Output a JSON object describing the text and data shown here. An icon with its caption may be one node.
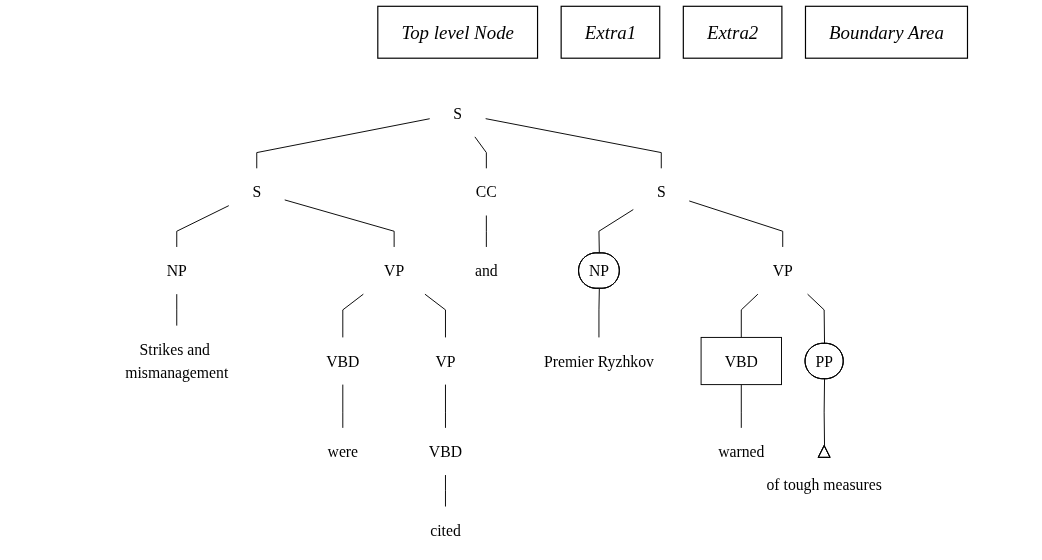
{
  "diagram": {
    "nodes": [
      {
        "text": [
          "S"
        ]
      },
      {
        "text": [
          "Top level Node"
        ]
      },
      {
        "text": [
          "Extra1"
        ]
      },
      {
        "text": [
          "S"
        ]
      },
      {
        "text": [
          "Extra2"
        ]
      },
      {
        "text": [
          "CC"
        ]
      },
      {
        "text": [
          "S"
        ]
      },
      {
        "text": [
          "Boundary Area"
        ]
      },
      {
        "text": [
          "NP"
        ]
      },
      {
        "text": [
          "VP"
        ]
      },
      {
        "text": [
          "and"
        ]
      },
      {
        "text": [
          "NP"
        ]
      },
      {
        "text": [
          "VP"
        ]
      },
      {
        "text": [
          "Strikes and mismanagement"
        ]
      },
      {
        "text": [
          "VBD"
        ]
      },
      {
        "text": [
          "VP"
        ]
      },
      {
        "text": [
          "Premier Ryzhkov"
        ]
      },
      {
        "text": [
          "VBD"
        ]
      },
      {
        "text": [
          "PP"
        ]
      },
      {
        "text": [
          "were"
        ]
      },
      {
        "text": [
          "VBD"
        ]
      },
      {
        "text": [
          "warned"
        ]
      },
      {
        "text": [],
        "shape": "triangle",
        "beside": [
          "of tough measures"
        ]
      },
      {
        "text": [
          "cited"
        ]
      }
    ],
    "edges": [
      {
        "from": 0,
        "to": 3,
        "arrow": "none"
      },
      {
        "from": 0,
        "to": 5,
        "arrow": "none"
      },
      {
        "from": 0,
        "to": 6,
        "arrow": "none"
      },
      {
        "from": 3,
        "to": 8,
        "arrow": "none"
      },
      {
        "from": 3,
        "to": 9,
        "arrow": "none"
      },
      {
        "from": 5,
        "to": 10,
        "arrow": "none"
      },
      {
        "from": 6,
        "to": 11,
        "arrow": "none"
      },
      {
        "from": 6,
        "to": 12,
        "arrow": "none"
      },
      {
        "from": 8,
        "to": 13,
        "arrow": "none"
      },
      {
        "from": 9,
        "to": 14,
        "arrow": "none"
      },
      {
        "from": 9,
        "to": 15,
        "arrow": "none"
      },
      {
        "from": 11,
        "to": 16,
        "arrow": "none"
      },
      {
        "from": 12,
        "to": 17,
        "arrow": "none"
      },
      {
        "from": 12,
        "to": 18,
        "arrow": "none"
      },
      {
        "from": 14,
        "to": 19,
        "arrow": "none"
      },
      {
        "from": 15,
        "to": 20,
        "arrow": "none"
      },
      {
        "from": 17,
        "to": 21,
        "arrow": "none"
      },
      {
        "from": 18,
        "to": 22,
        "arrow": "none"
      },
      {
        "from": 20,
        "to": 23,
        "arrow": "none"
      }
    ]
  }
}
